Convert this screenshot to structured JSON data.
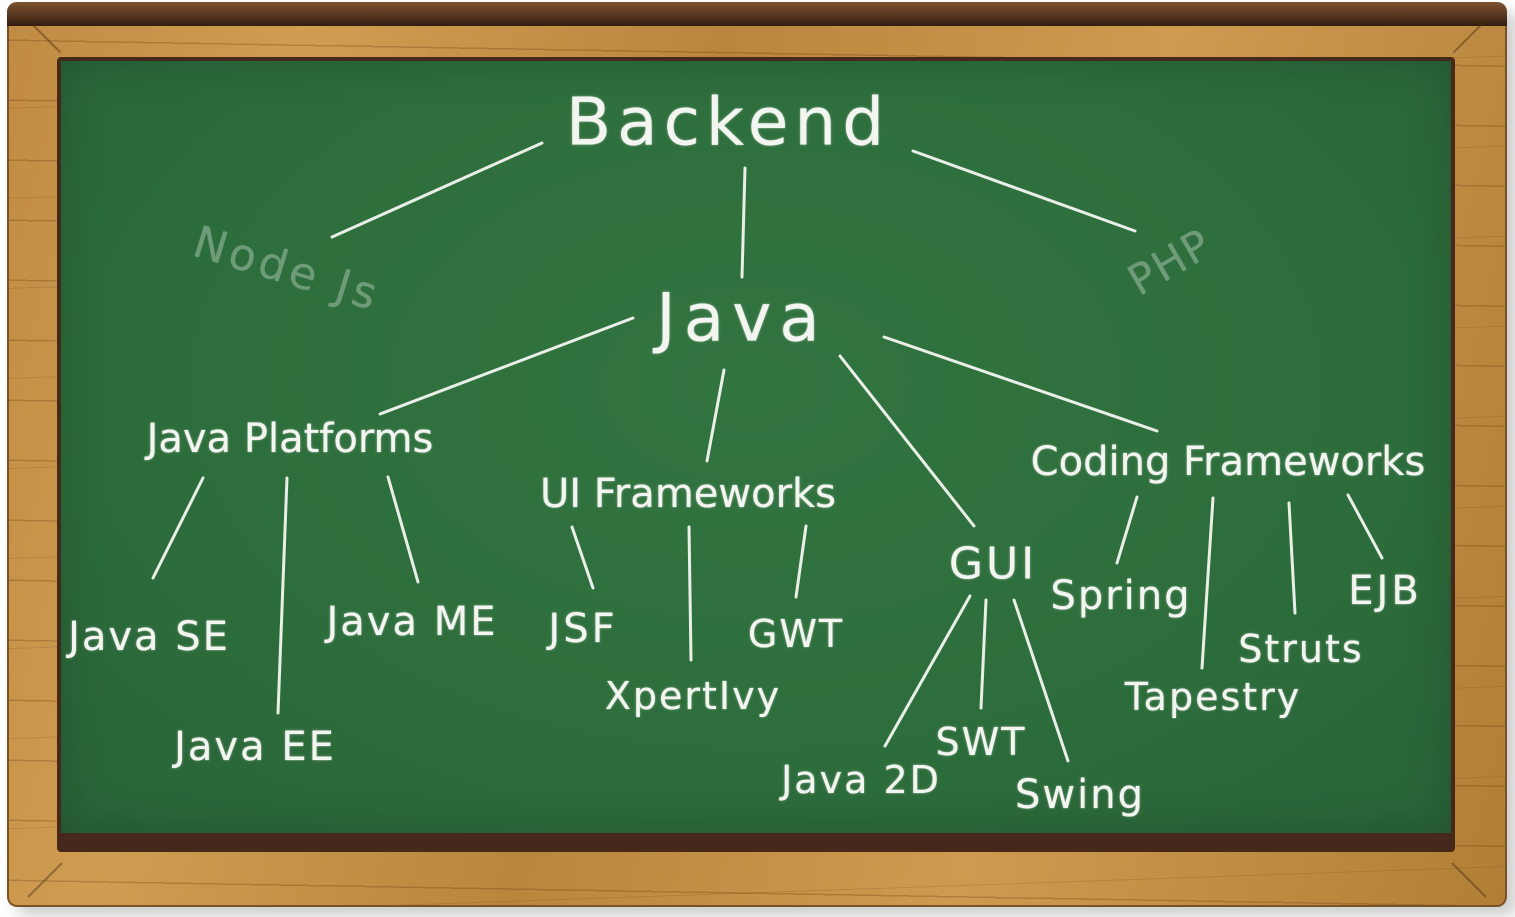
{
  "board": {
    "surface_color": "#2d6e3c",
    "chalk_color": "#f3f5f0",
    "faded_chalk_color": "#6f9c78",
    "frame_wood_color": "#c4924a",
    "frame_dark_color": "#46291a"
  },
  "mindmap": {
    "root_label": "Backend",
    "nodes": [
      {
        "id": "backend",
        "label": "Backend",
        "style": "chalk"
      },
      {
        "id": "node-js",
        "label": "Node Js",
        "style": "faded"
      },
      {
        "id": "php",
        "label": "PHP",
        "style": "faded"
      },
      {
        "id": "java",
        "label": "Java",
        "style": "chalk"
      },
      {
        "id": "java-platforms",
        "label": "Java Platforms",
        "style": "chalk"
      },
      {
        "id": "java-se",
        "label": "Java SE",
        "style": "chalk"
      },
      {
        "id": "java-ee",
        "label": "Java EE",
        "style": "chalk"
      },
      {
        "id": "java-me",
        "label": "Java ME",
        "style": "chalk"
      },
      {
        "id": "ui-frameworks",
        "label": "UI Frameworks",
        "style": "chalk"
      },
      {
        "id": "jsf",
        "label": "JSF",
        "style": "chalk"
      },
      {
        "id": "xpertivy",
        "label": "XpertIvy",
        "style": "chalk"
      },
      {
        "id": "gwt",
        "label": "GWT",
        "style": "chalk"
      },
      {
        "id": "gui",
        "label": "GUI",
        "style": "chalk"
      },
      {
        "id": "java-2d",
        "label": "Java 2D",
        "style": "chalk"
      },
      {
        "id": "swt",
        "label": "SWT",
        "style": "chalk"
      },
      {
        "id": "swing",
        "label": "Swing",
        "style": "chalk"
      },
      {
        "id": "coding-frameworks",
        "label": "Coding Frameworks",
        "style": "chalk"
      },
      {
        "id": "spring",
        "label": "Spring",
        "style": "chalk"
      },
      {
        "id": "tapestry",
        "label": "Tapestry",
        "style": "chalk"
      },
      {
        "id": "struts",
        "label": "Struts",
        "style": "chalk"
      },
      {
        "id": "ejb",
        "label": "EJB",
        "style": "chalk"
      }
    ],
    "edges": [
      {
        "from": "backend",
        "to": "node-js"
      },
      {
        "from": "backend",
        "to": "java"
      },
      {
        "from": "backend",
        "to": "php"
      },
      {
        "from": "java",
        "to": "java-platforms"
      },
      {
        "from": "java",
        "to": "ui-frameworks"
      },
      {
        "from": "java",
        "to": "gui"
      },
      {
        "from": "java",
        "to": "coding-frameworks"
      },
      {
        "from": "java-platforms",
        "to": "java-se"
      },
      {
        "from": "java-platforms",
        "to": "java-ee"
      },
      {
        "from": "java-platforms",
        "to": "java-me"
      },
      {
        "from": "ui-frameworks",
        "to": "jsf"
      },
      {
        "from": "ui-frameworks",
        "to": "xpertivy"
      },
      {
        "from": "ui-frameworks",
        "to": "gwt"
      },
      {
        "from": "gui",
        "to": "java-2d"
      },
      {
        "from": "gui",
        "to": "swt"
      },
      {
        "from": "gui",
        "to": "swing"
      },
      {
        "from": "coding-frameworks",
        "to": "spring"
      },
      {
        "from": "coding-frameworks",
        "to": "tapestry"
      },
      {
        "from": "coding-frameworks",
        "to": "struts"
      },
      {
        "from": "coding-frameworks",
        "to": "ejb"
      }
    ]
  }
}
